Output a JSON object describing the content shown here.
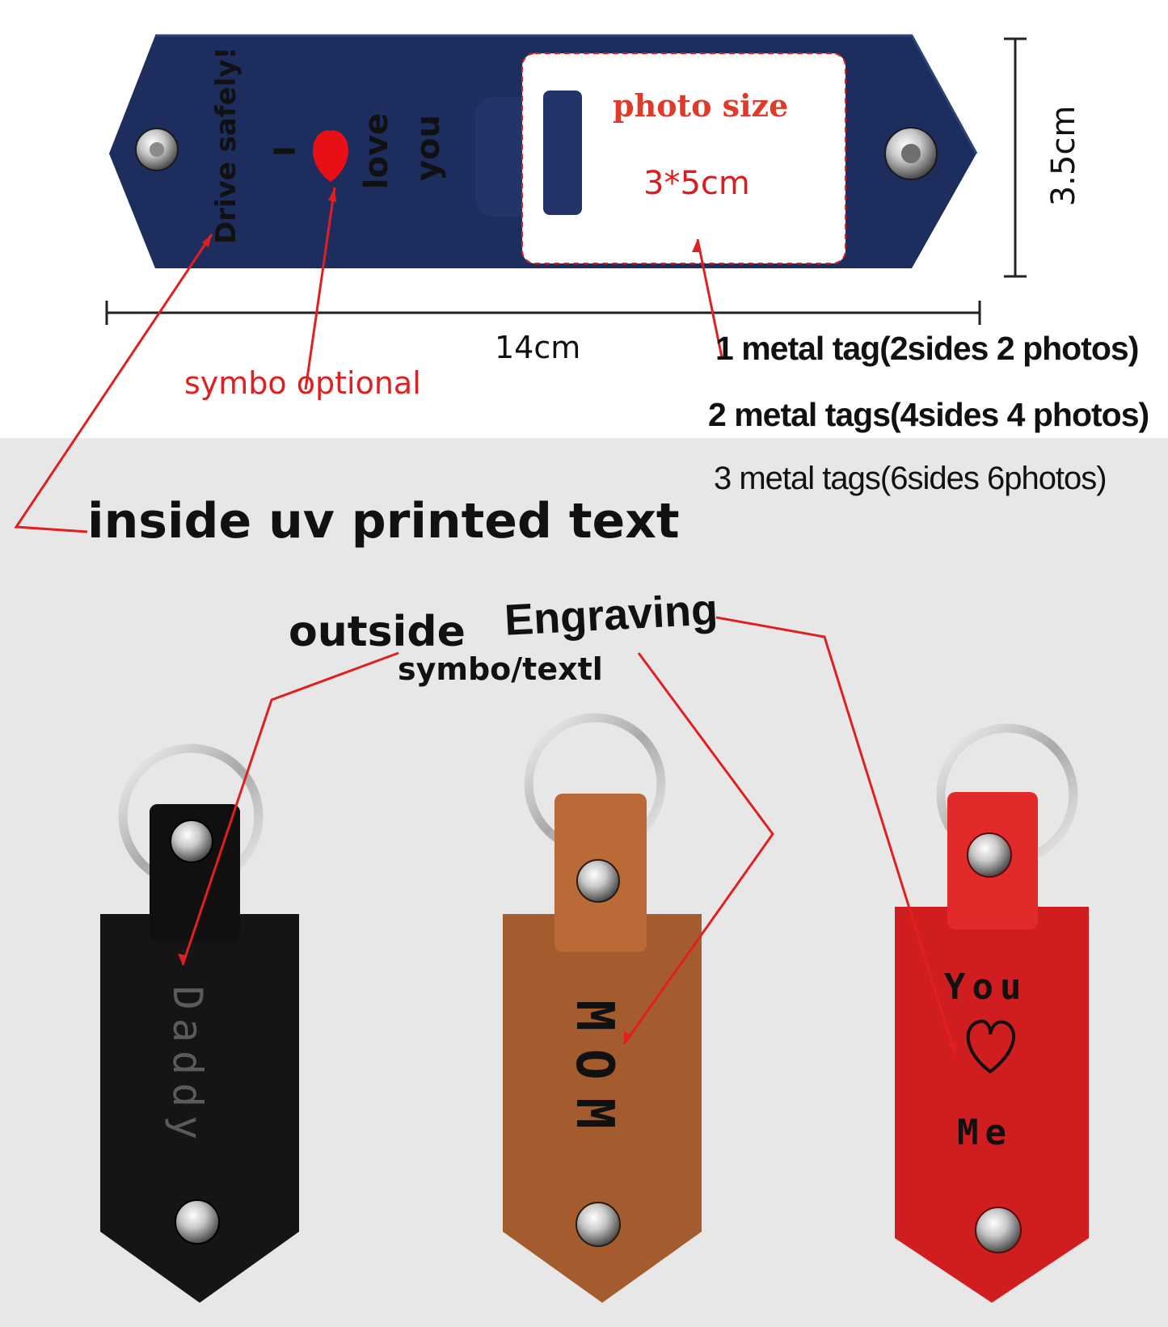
{
  "strap": {
    "inside_text": [
      "Drive safely!",
      "I",
      "love",
      "you"
    ],
    "photo_label": "photo size",
    "photo_size": "3*5cm"
  },
  "dimensions": {
    "width": "14cm",
    "height": "3.5cm"
  },
  "callouts": {
    "symbol_optional": "symbo optional",
    "inside_text": "inside uv printed text",
    "outside": "outside",
    "engraving": "Engraving",
    "outside_symbol": "symbo/textl"
  },
  "tag_options": [
    "1 metal tag(2sides 2 photos)",
    "2 metal tags(4sides 4 photos)",
    "3 metal tags(6sides 6photos)"
  ],
  "keychains": [
    {
      "color": "#151515",
      "text": "Daddy"
    },
    {
      "color": "#a45c2e",
      "text": "MOM"
    },
    {
      "color": "#d01d1f",
      "text_top": "You",
      "text_bottom": "Me"
    }
  ],
  "colors": {
    "strap": "#1d2d5e",
    "accent_red": "#e02020"
  }
}
